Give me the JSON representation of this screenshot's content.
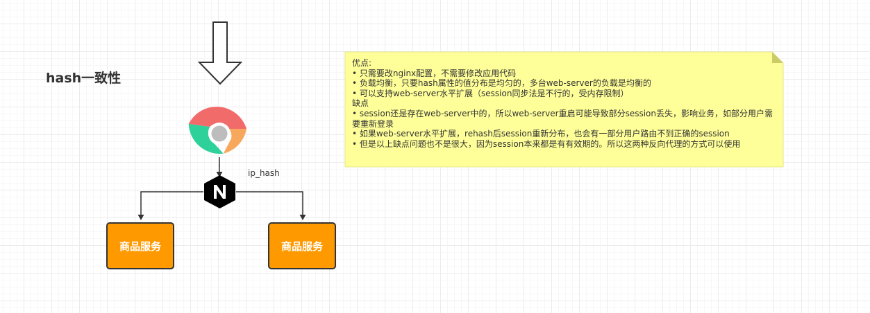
{
  "diagram": {
    "title": "hash一致性",
    "edge_label": "ip_hash",
    "services": [
      {
        "label": "商品服务"
      },
      {
        "label": "商品服务"
      }
    ],
    "colors": {
      "service_fill": "#ff9900",
      "service_border": "#333333",
      "note_fill": "#ffff99",
      "note_fold": "#cccc66",
      "nginx_fill": "#000000",
      "arrow": "#333333"
    },
    "icons": {
      "client": "chrome-browser-icon",
      "proxy": "nginx-icon",
      "request": "down-arrow-icon"
    },
    "note": {
      "lines": [
        "优点:",
        "• 只需要改nginx配置，不需要修改应用代码",
        "• 负载均衡，只要hash属性的值分布是均匀的，多台web-server的负载是均衡的",
        "• 可以支持web-server水平扩展（session同步法是不行的，受内存限制）",
        "缺点",
        "• session还是存在web-server中的，所以web-server重启可能导致部分session丢失，影响业务，如部分用户需要重新登录",
        "• 如果web-server水平扩展，rehash后session重新分布，也会有一部分用户路由不到正确的session",
        "• 但是以上缺点问题也不是很大，因为session本来都是有有效期的。所以这两种反向代理的方式可以使用"
      ]
    }
  }
}
